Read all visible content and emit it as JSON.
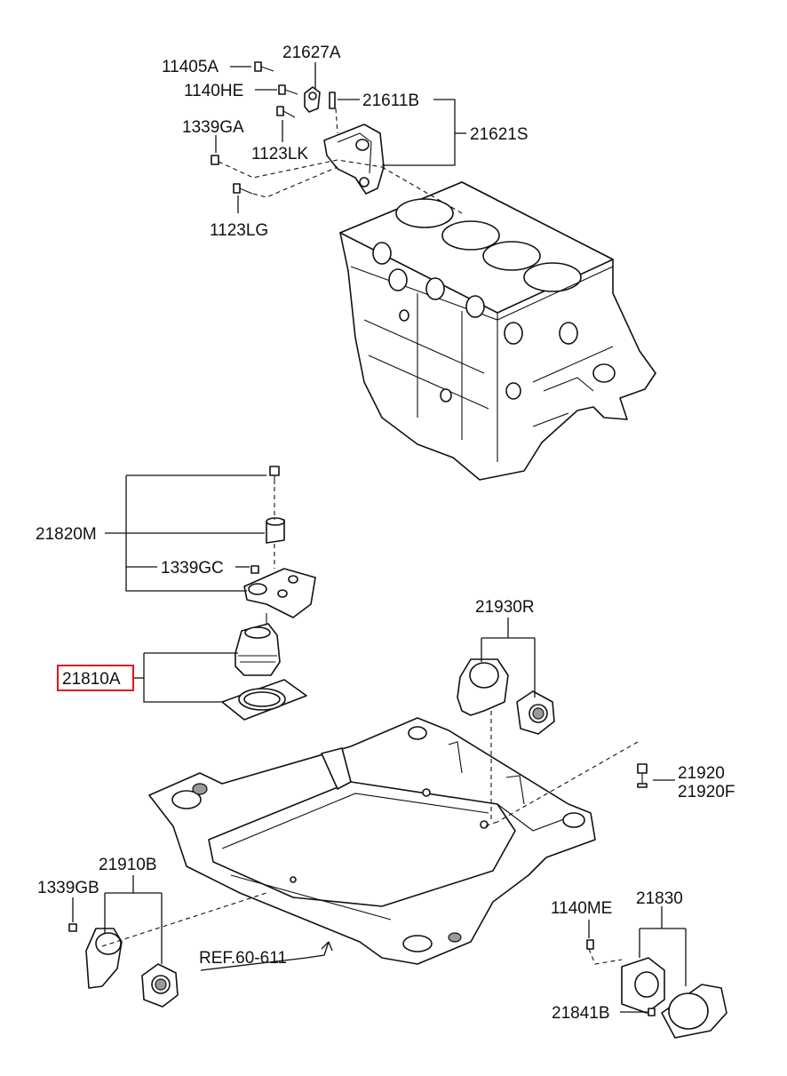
{
  "diagram": {
    "highlight_color": "#e0141e",
    "line_color": "#111111",
    "labels": {
      "p11405A": "11405A",
      "p21627A": "21627A",
      "p1140HE": "1140HE",
      "p21611B": "21611B",
      "p21621S": "21621S",
      "p1339GA": "1339GA",
      "p1123LK": "1123LK",
      "p1123LG": "1123LG",
      "p21820M": "21820M",
      "p1339GC": "1339GC",
      "p21810A": "21810A",
      "p21930R": "21930R",
      "p21920": "21920",
      "p21920F": "21920F",
      "p21910B": "21910B",
      "p1339GB": "1339GB",
      "pREF": "REF.60-611",
      "p1140ME": "1140ME",
      "p21830": "21830",
      "p21841B": "21841B"
    }
  }
}
